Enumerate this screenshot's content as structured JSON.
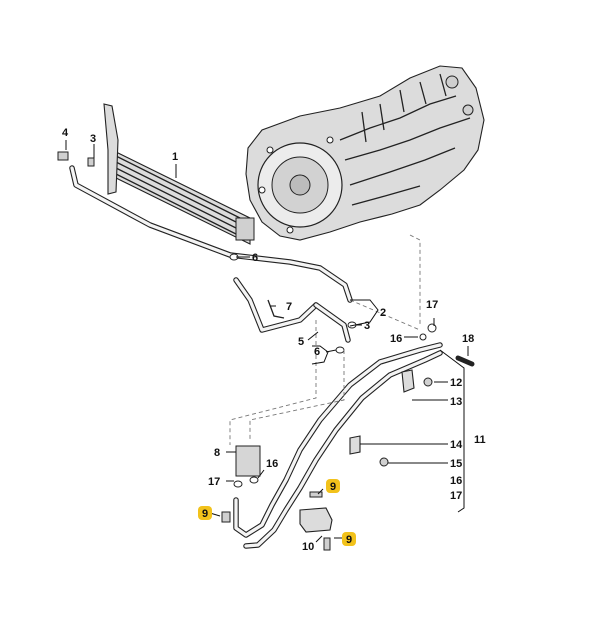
{
  "callouts": {
    "c1": "1",
    "c2": "2",
    "c3a": "3",
    "c3b": "3",
    "c4": "4",
    "c5": "5",
    "c6a": "6",
    "c6b": "6",
    "c7": "7",
    "c8": "8",
    "c9a": "9",
    "c9b": "9",
    "c9c": "9",
    "c10": "10",
    "c11": "11",
    "c12": "12",
    "c13": "13",
    "c14": "14",
    "c15": "15",
    "c16a": "16",
    "c16b": "16",
    "c16c": "16",
    "c17a": "17",
    "c17b": "17",
    "c17c": "17",
    "c18": "18"
  },
  "colors": {
    "highlight": "#f2c21b",
    "line": "#222222"
  }
}
